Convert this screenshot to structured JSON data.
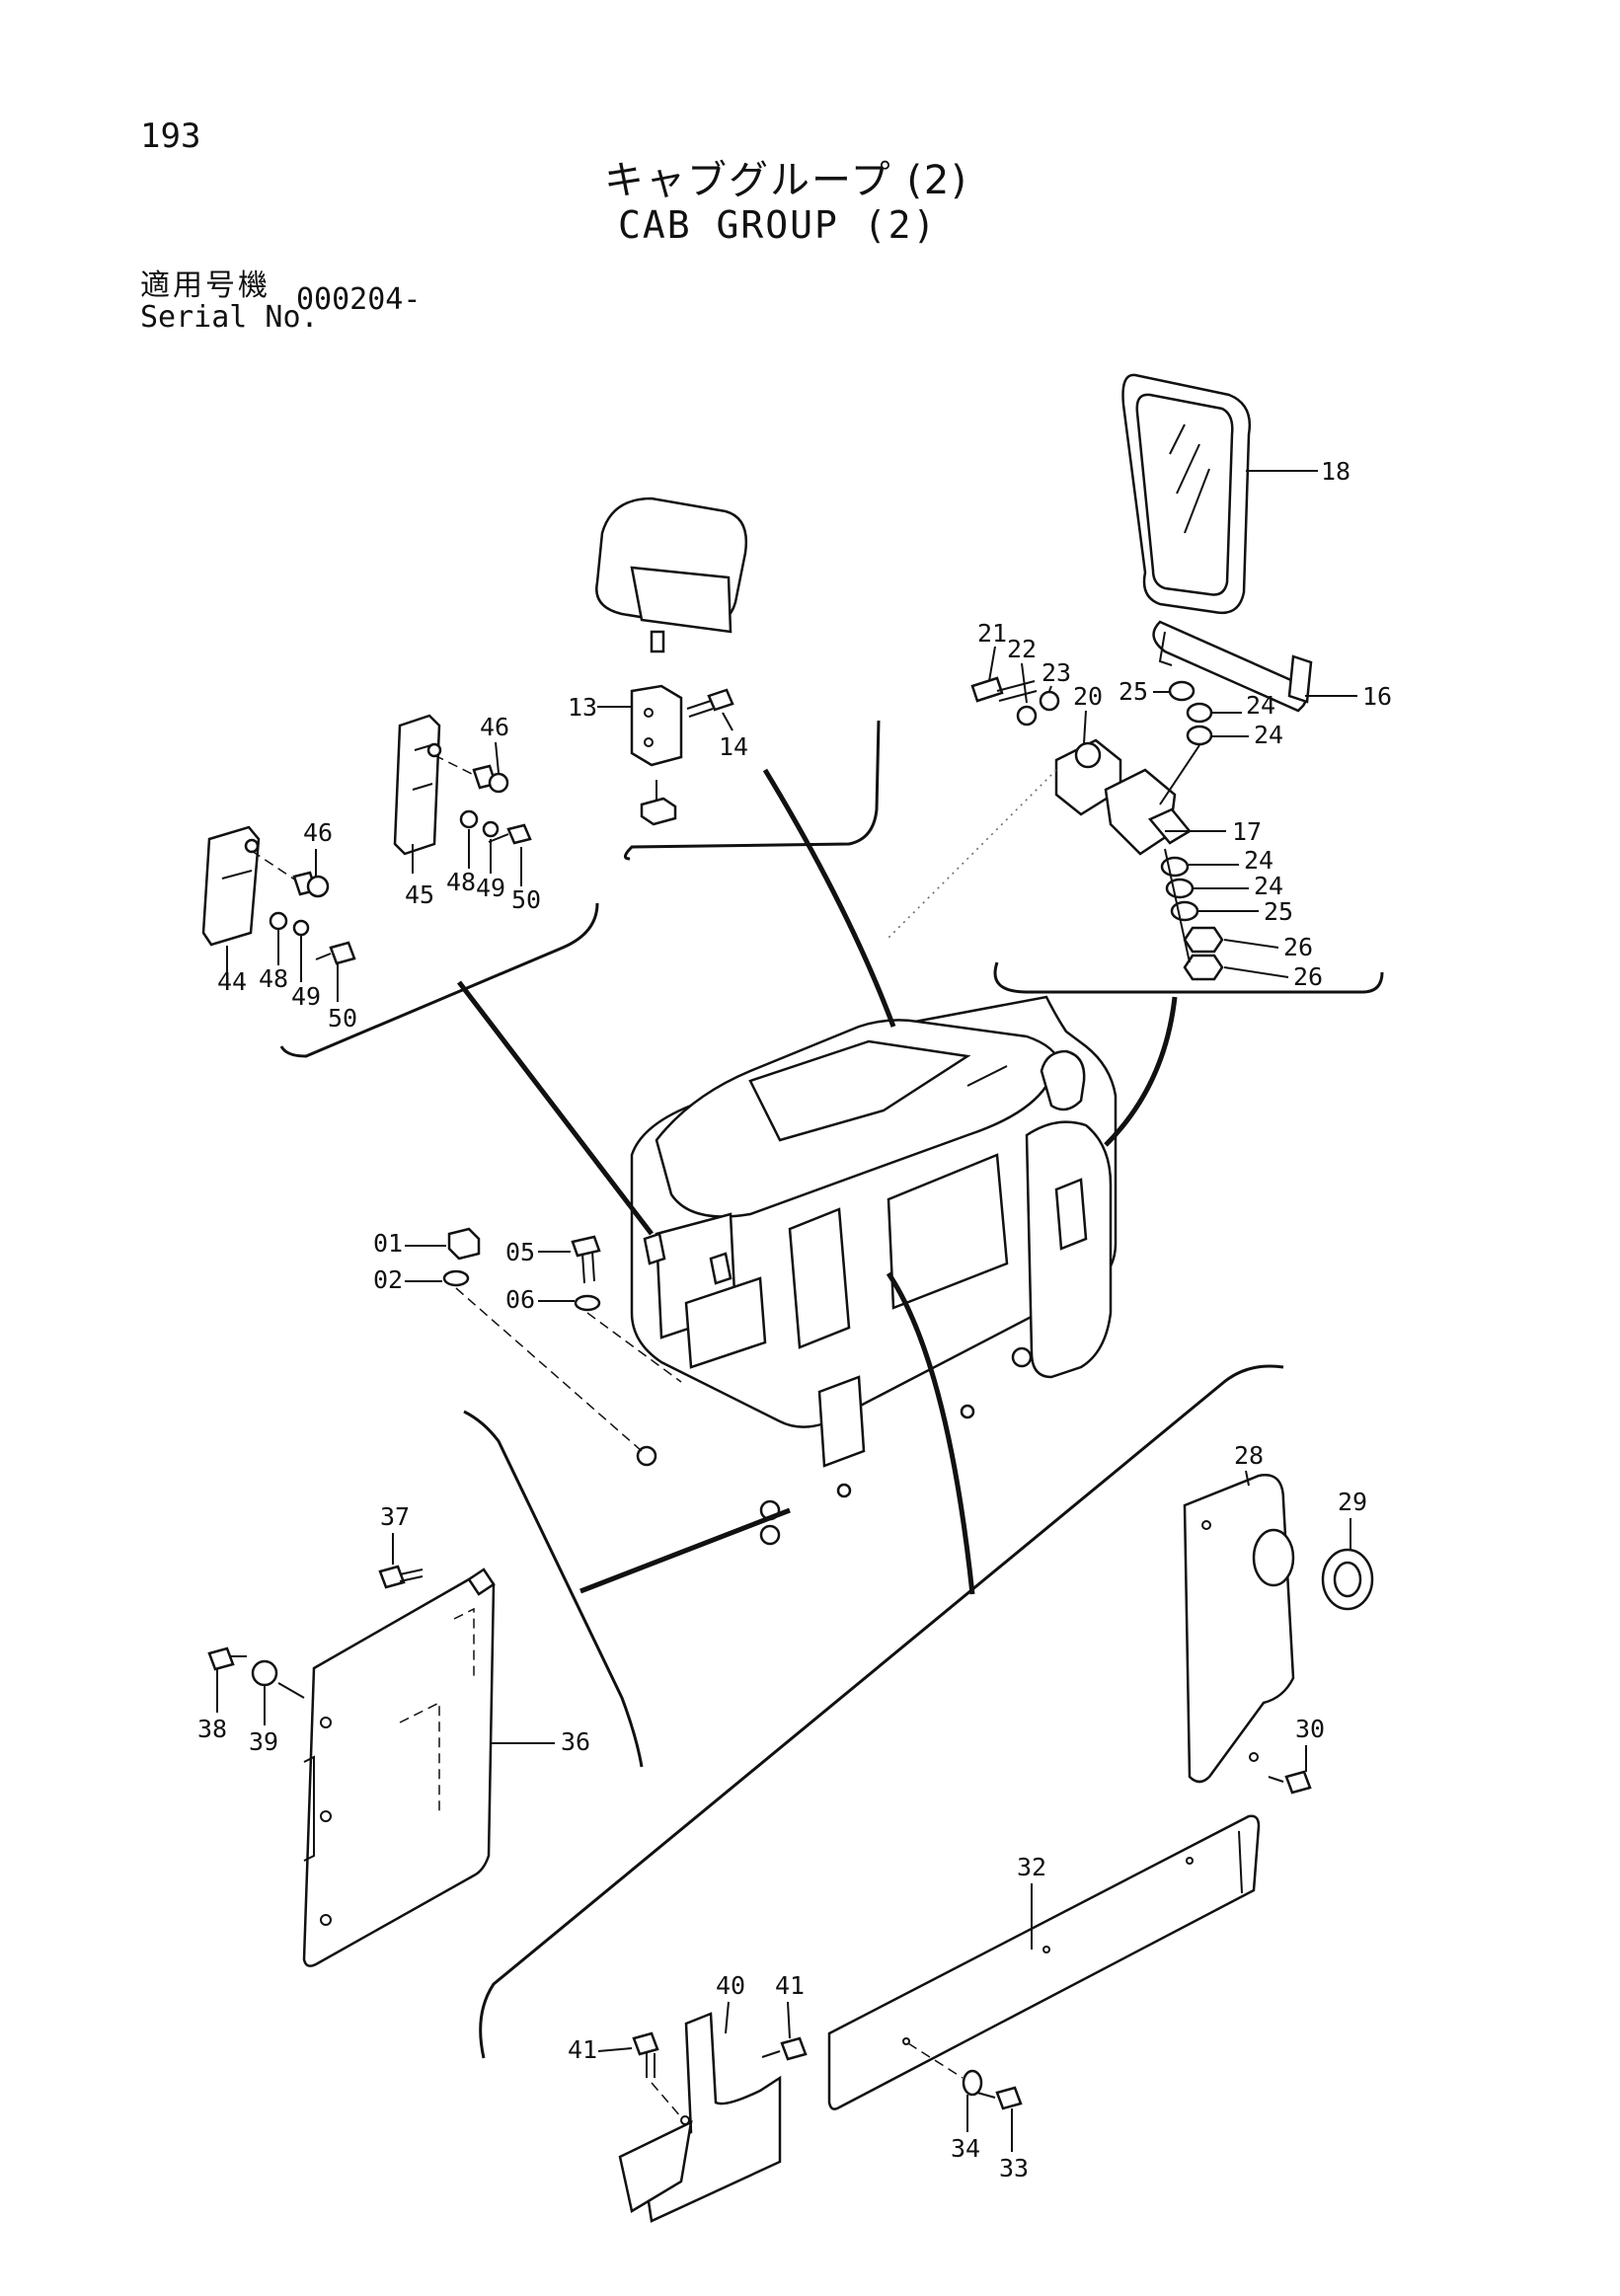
{
  "page": {
    "number": "193",
    "title_jp": "キャブグループ (2)",
    "title_en": "CAB GROUP (2)",
    "serial_label_jp": "適用号機",
    "serial_label_en": "Serial No.",
    "serial_value": "000204-"
  },
  "callouts": [
    {
      "key": "p18",
      "label": "18"
    },
    {
      "key": "p16",
      "label": "16"
    },
    {
      "key": "p21",
      "label": "21"
    },
    {
      "key": "p22",
      "label": "22"
    },
    {
      "key": "p23",
      "label": "23"
    },
    {
      "key": "p20",
      "label": "20"
    },
    {
      "key": "p25a",
      "label": "25"
    },
    {
      "key": "p24a",
      "label": "24"
    },
    {
      "key": "p24b",
      "label": "24"
    },
    {
      "key": "p17",
      "label": "17"
    },
    {
      "key": "p24c",
      "label": "24"
    },
    {
      "key": "p24d",
      "label": "24"
    },
    {
      "key": "p25b",
      "label": "25"
    },
    {
      "key": "p26a",
      "label": "26"
    },
    {
      "key": "p26b",
      "label": "26"
    },
    {
      "key": "p13",
      "label": "13"
    },
    {
      "key": "p14",
      "label": "14"
    },
    {
      "key": "p46a",
      "label": "46"
    },
    {
      "key": "p45",
      "label": "45"
    },
    {
      "key": "p48a",
      "label": "48"
    },
    {
      "key": "p49a",
      "label": "49"
    },
    {
      "key": "p50a",
      "label": "50"
    },
    {
      "key": "p46b",
      "label": "46"
    },
    {
      "key": "p44",
      "label": "44"
    },
    {
      "key": "p48b",
      "label": "48"
    },
    {
      "key": "p49b",
      "label": "49"
    },
    {
      "key": "p50b",
      "label": "50"
    },
    {
      "key": "p01",
      "label": "01"
    },
    {
      "key": "p02",
      "label": "02"
    },
    {
      "key": "p05",
      "label": "05"
    },
    {
      "key": "p06",
      "label": "06"
    },
    {
      "key": "p28",
      "label": "28"
    },
    {
      "key": "p29",
      "label": "29"
    },
    {
      "key": "p30",
      "label": "30"
    },
    {
      "key": "p37",
      "label": "37"
    },
    {
      "key": "p38",
      "label": "38"
    },
    {
      "key": "p39",
      "label": "39"
    },
    {
      "key": "p36",
      "label": "36"
    },
    {
      "key": "p32",
      "label": "32"
    },
    {
      "key": "p40",
      "label": "40"
    },
    {
      "key": "p41a",
      "label": "41"
    },
    {
      "key": "p41b",
      "label": "41"
    },
    {
      "key": "p34",
      "label": "34"
    },
    {
      "key": "p33",
      "label": "33"
    }
  ]
}
